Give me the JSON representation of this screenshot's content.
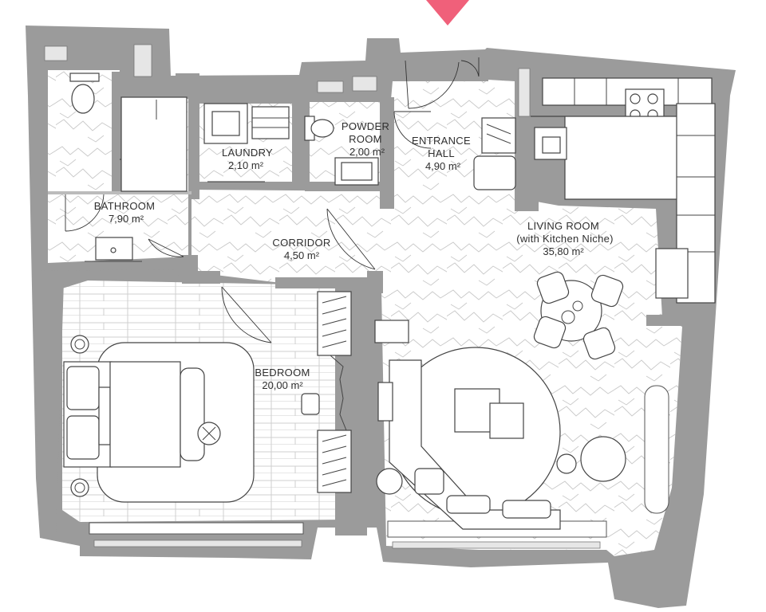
{
  "rooms": {
    "bathroom": {
      "name": "BATHROOM",
      "area": "7,90 m²"
    },
    "laundry": {
      "name": "LAUNDRY",
      "area": "2,10 m²"
    },
    "powder": {
      "name_line1": "POWDER",
      "name_line2": "ROOM",
      "area": "2,00 m²"
    },
    "entrance": {
      "name_line1": "ENTRANCE",
      "name_line2": "HALL",
      "area": "4,90 m²"
    },
    "living": {
      "name": "LIVING ROOM",
      "subtitle": "(with Kitchen Niche)",
      "area": "35,80 m²"
    },
    "corridor": {
      "name": "CORRIDOR",
      "area": "4,50 m²"
    },
    "bedroom": {
      "name": "BEDROOM",
      "area": "20,00 m²"
    }
  },
  "colors": {
    "wall": "#9b9b9b",
    "entrance_marker": "#f0607a",
    "marble_line": "#c9c9c9",
    "wood_line": "#cfcfcf"
  },
  "icons": {
    "entrance_marker": "triangle-down"
  }
}
